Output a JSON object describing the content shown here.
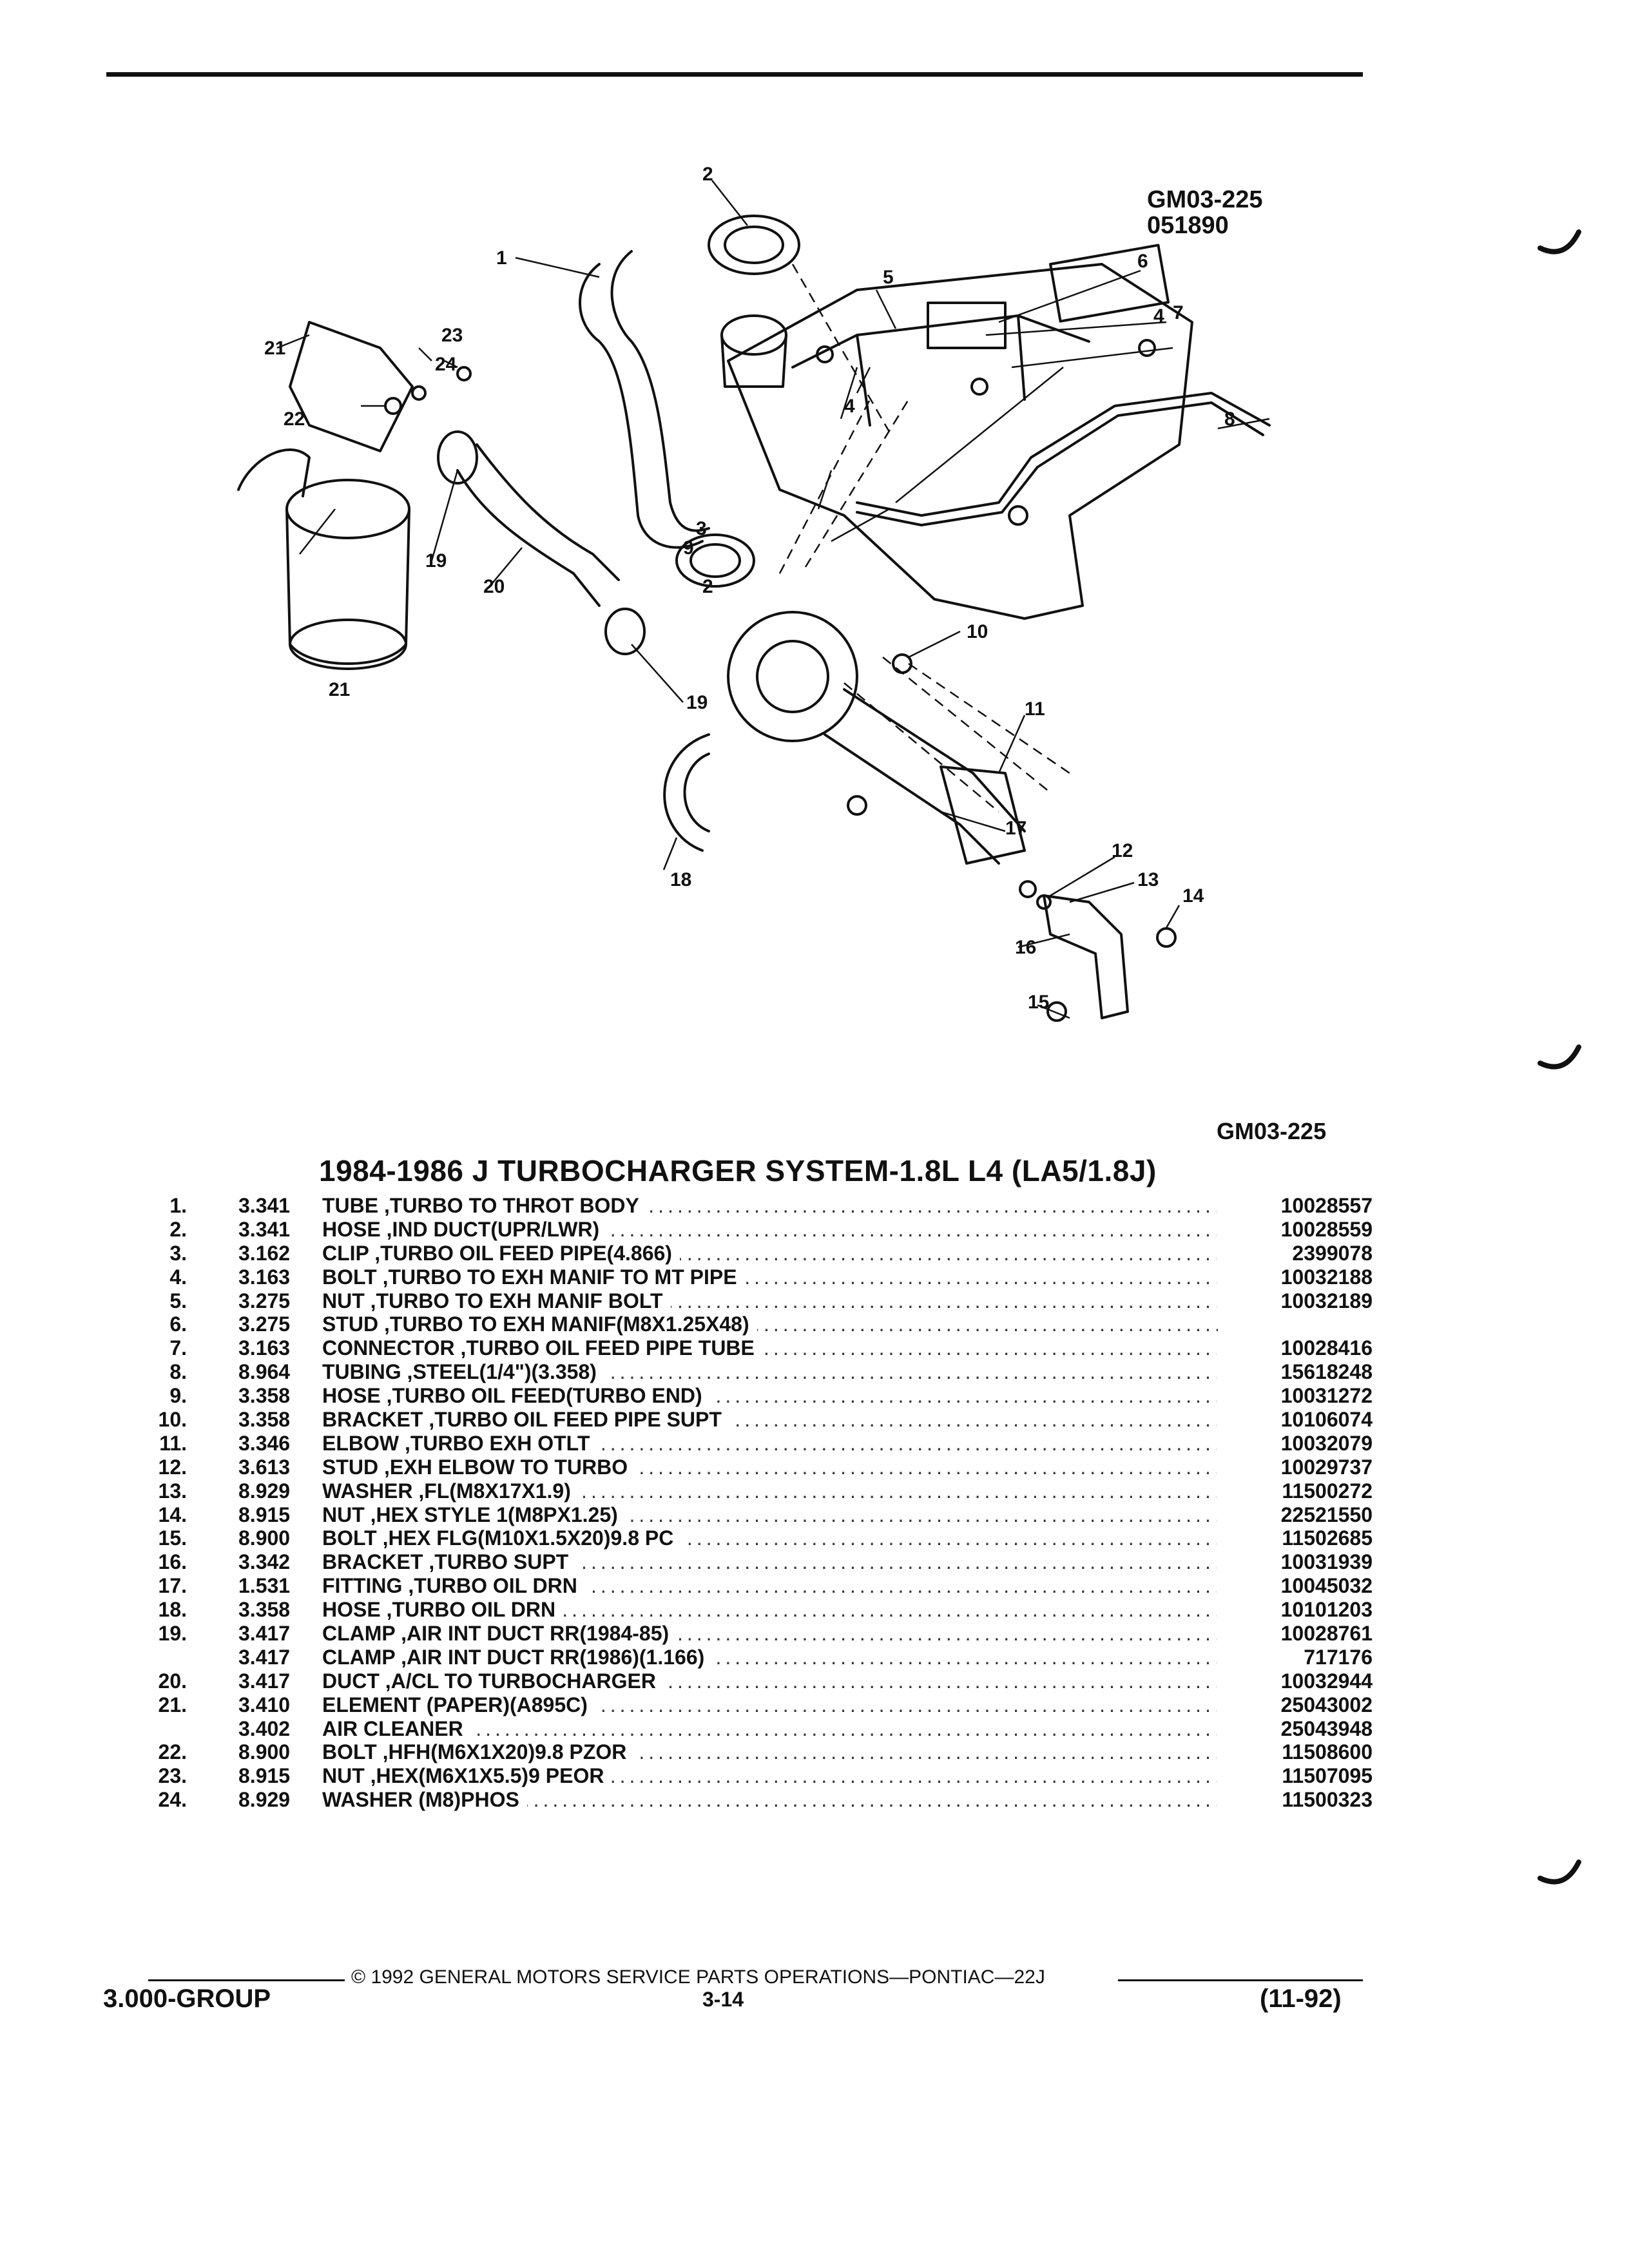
{
  "figure": {
    "id_top": "GM03-225",
    "code": "051890",
    "id_bottom": "GM03-225",
    "callouts": [
      {
        "label": "1"
      },
      {
        "label": "2"
      },
      {
        "label": "2"
      },
      {
        "label": "3"
      },
      {
        "label": "4"
      },
      {
        "label": "4"
      },
      {
        "label": "5"
      },
      {
        "label": "6"
      },
      {
        "label": "7"
      },
      {
        "label": "8"
      },
      {
        "label": "9"
      },
      {
        "label": "10"
      },
      {
        "label": "11"
      },
      {
        "label": "12"
      },
      {
        "label": "13"
      },
      {
        "label": "14"
      },
      {
        "label": "15"
      },
      {
        "label": "16"
      },
      {
        "label": "17"
      },
      {
        "label": "18"
      },
      {
        "label": "19"
      },
      {
        "label": "19"
      },
      {
        "label": "20"
      },
      {
        "label": "21"
      },
      {
        "label": "21"
      },
      {
        "label": "22"
      },
      {
        "label": "23"
      },
      {
        "label": "24"
      }
    ]
  },
  "title": "1984-1986 J TURBOCHARGER SYSTEM-1.8L L4 (LA5/1.8J)",
  "parts": [
    {
      "num": "1.",
      "group": "3.341",
      "desc": "TUBE ,TURBO TO THROT BODY",
      "pn": "10028557"
    },
    {
      "num": "2.",
      "group": "3.341",
      "desc": "HOSE ,IND DUCT(UPR/LWR)",
      "pn": "10028559"
    },
    {
      "num": "3.",
      "group": "3.162",
      "desc": "CLIP ,TURBO OIL FEED PIPE(4.866)",
      "pn": "2399078"
    },
    {
      "num": "4.",
      "group": "3.163",
      "desc": "BOLT ,TURBO TO EXH MANIF TO MT PIPE",
      "pn": "10032188"
    },
    {
      "num": "5.",
      "group": "3.275",
      "desc": "NUT ,TURBO TO EXH MANIF BOLT",
      "pn": "10032189"
    },
    {
      "num": "6.",
      "group": "3.275",
      "desc": "STUD ,TURBO TO EXH MANIF(M8X1.25X48)",
      "pn": ""
    },
    {
      "num": "7.",
      "group": "3.163",
      "desc": "CONNECTOR ,TURBO OIL FEED PIPE TUBE",
      "pn": "10028416"
    },
    {
      "num": "8.",
      "group": "8.964",
      "desc": "TUBING ,STEEL(1/4\")(3.358)",
      "pn": "15618248"
    },
    {
      "num": "9.",
      "group": "3.358",
      "desc": "HOSE ,TURBO OIL FEED(TURBO END)",
      "pn": "10031272"
    },
    {
      "num": "10.",
      "group": "3.358",
      "desc": "BRACKET ,TURBO OIL FEED PIPE SUPT",
      "pn": "10106074"
    },
    {
      "num": "11.",
      "group": "3.346",
      "desc": "ELBOW ,TURBO EXH OTLT",
      "pn": "10032079"
    },
    {
      "num": "12.",
      "group": "3.613",
      "desc": "STUD ,EXH ELBOW TO TURBO",
      "pn": "10029737"
    },
    {
      "num": "13.",
      "group": "8.929",
      "desc": "WASHER ,FL(M8X17X1.9)",
      "pn": "11500272"
    },
    {
      "num": "14.",
      "group": "8.915",
      "desc": "NUT ,HEX STYLE 1(M8PX1.25)",
      "pn": "22521550"
    },
    {
      "num": "15.",
      "group": "8.900",
      "desc": "BOLT ,HEX FLG(M10X1.5X20)9.8 PC",
      "pn": "11502685"
    },
    {
      "num": "16.",
      "group": "3.342",
      "desc": "BRACKET ,TURBO SUPT",
      "pn": "10031939"
    },
    {
      "num": "17.",
      "group": "1.531",
      "desc": "FITTING ,TURBO OIL DRN",
      "pn": "10045032"
    },
    {
      "num": "18.",
      "group": "3.358",
      "desc": "HOSE ,TURBO OIL DRN",
      "pn": "10101203"
    },
    {
      "num": "19.",
      "group": "3.417",
      "desc": "CLAMP ,AIR INT DUCT RR(1984-85)",
      "pn": "10028761"
    },
    {
      "num": "",
      "group": "3.417",
      "desc": "CLAMP ,AIR INT DUCT RR(1986)(1.166)",
      "pn": "717176"
    },
    {
      "num": "20.",
      "group": "3.417",
      "desc": "DUCT ,A/CL TO TURBOCHARGER",
      "pn": "10032944"
    },
    {
      "num": "21.",
      "group": "3.410",
      "desc": "ELEMENT (PAPER)(A895C)",
      "pn": "25043002"
    },
    {
      "num": "",
      "group": "3.402",
      "desc": "AIR CLEANER",
      "pn": "25043948"
    },
    {
      "num": "22.",
      "group": "8.900",
      "desc": "BOLT ,HFH(M6X1X20)9.8 PZOR",
      "pn": "11508600"
    },
    {
      "num": "23.",
      "group": "8.915",
      "desc": "NUT ,HEX(M6X1X5.5)9 PEOR",
      "pn": "11507095"
    },
    {
      "num": "24.",
      "group": "8.929",
      "desc": "WASHER (M8)PHOS",
      "pn": "11500323"
    }
  ],
  "footer": {
    "copyright": "© 1992 GENERAL MOTORS SERVICE PARTS OPERATIONS—PONTIAC—22J",
    "group": "3.000-GROUP",
    "page": "3-14",
    "date": "(11-92)"
  }
}
